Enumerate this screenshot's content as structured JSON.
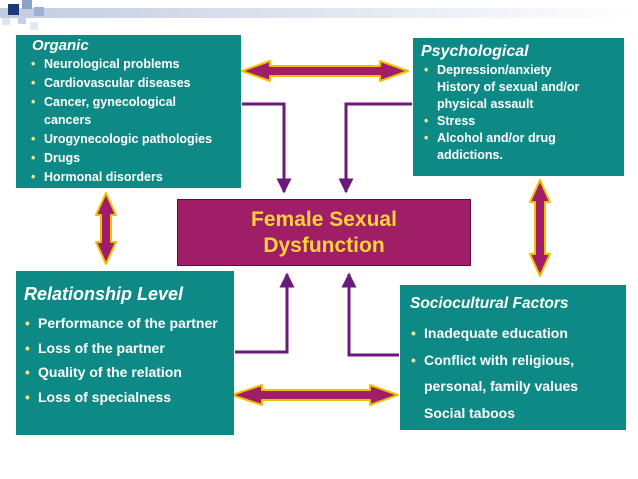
{
  "center": {
    "title": "Female Sexual\nDysfunction"
  },
  "organic": {
    "heading": "Organic",
    "items": [
      {
        "text": "Neurological problems",
        "bullet": true
      },
      {
        "text": "Cardiovascular diseases",
        "bullet": true
      },
      {
        "text": "Cancer, gynecological",
        "bullet": true
      },
      {
        "text": "cancers",
        "bullet": false
      },
      {
        "text": "Urogynecologic pathologies",
        "bullet": true
      },
      {
        "text": "Drugs",
        "bullet": true
      },
      {
        "text": "Hormonal disorders",
        "bullet": true
      }
    ]
  },
  "psychological": {
    "heading": "Psychological",
    "items": [
      {
        "text": "Depression/anxiety",
        "bullet": true
      },
      {
        "text": "History of sexual and/or",
        "bullet": false
      },
      {
        "text": "physical assault",
        "bullet": false
      },
      {
        "text": "Stress",
        "bullet": true
      },
      {
        "text": "Alcohol and/or drug",
        "bullet": true
      },
      {
        "text": "addictions.",
        "bullet": false
      }
    ]
  },
  "relationship": {
    "heading": "Relationship Level",
    "items": [
      {
        "text": "Performance of the partner",
        "bullet": true
      },
      {
        "text": "Loss of the partner",
        "bullet": true
      },
      {
        "text": "Quality of the relation",
        "bullet": true
      },
      {
        "text": "Loss of specialness",
        "bullet": true
      }
    ]
  },
  "sociocultural": {
    "heading": "Sociocultural Factors",
    "items": [
      {
        "text": "Inadequate education",
        "bullet": true
      },
      {
        "text": "Conflict with religious,",
        "bullet": true
      },
      {
        "text": "personal, family values",
        "bullet": false
      },
      {
        "text": "Social taboos",
        "bullet": false
      }
    ]
  },
  "colors": {
    "box_fill": "#0e8a86",
    "center_fill": "#a01e68",
    "center_text": "#ffd23a",
    "connector": "#6a1a78",
    "double_arrow_fill": "#a01e68",
    "double_arrow_outline": "#f0c000",
    "bullet": "#f0e68c"
  }
}
